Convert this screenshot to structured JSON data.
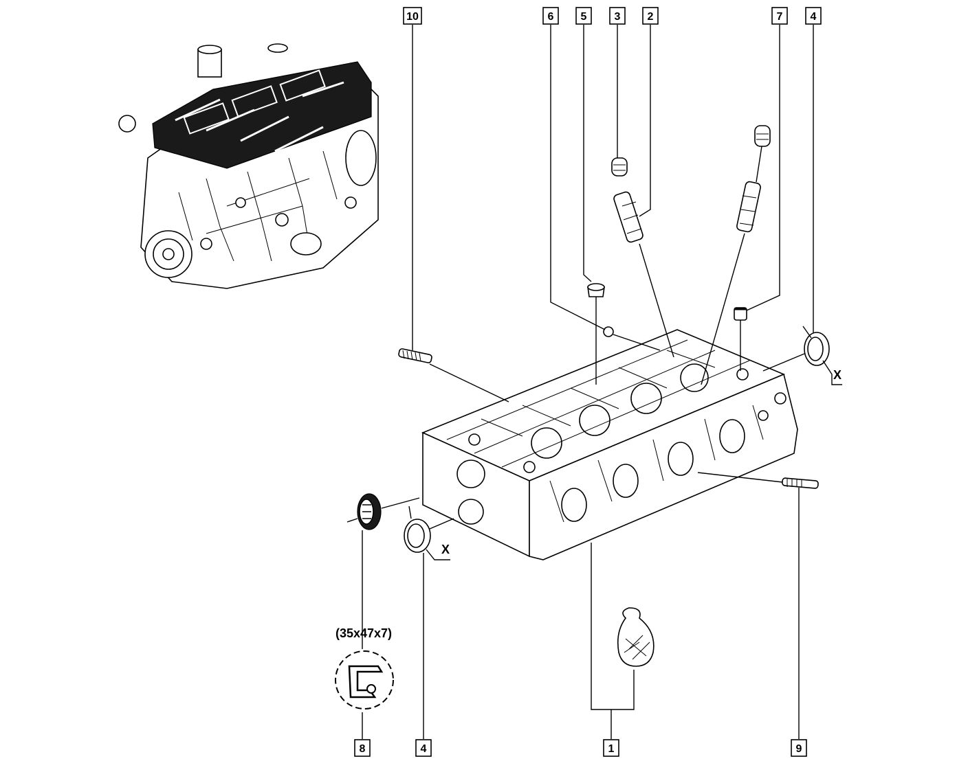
{
  "callouts": {
    "c10": "10",
    "c6": "6",
    "c5": "5",
    "c3": "3",
    "c2": "2",
    "c7": "7",
    "c4_top": "4",
    "c8": "8",
    "c4_bottom": "4",
    "c1": "1",
    "c9": "9"
  },
  "labels": {
    "x_right": "X",
    "x_left": "X",
    "seal_size": "(35x47x7)"
  }
}
